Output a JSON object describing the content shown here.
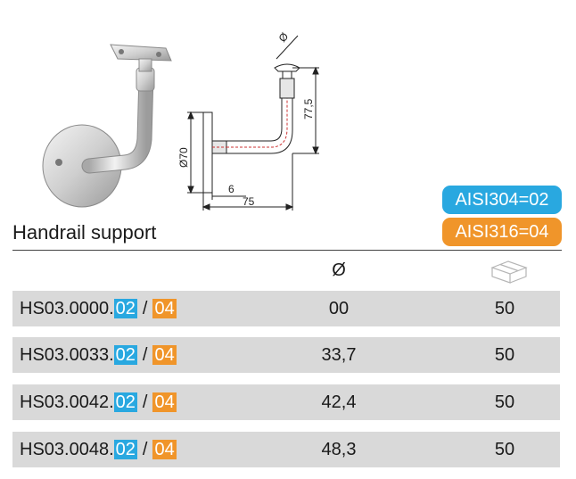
{
  "title": "Handrail support",
  "badges": {
    "aisi304": "AISI304=02",
    "aisi316": "AISI316=04"
  },
  "table": {
    "header_diameter": "Ø",
    "header_pack_icon": "box-icon",
    "rows": [
      {
        "code": "HS03.0000.",
        "blue": "02",
        "sep": "/",
        "orange": "04",
        "diameter": "00",
        "qty": "50"
      },
      {
        "code": "HS03.0033.",
        "blue": "02",
        "sep": "/",
        "orange": "04",
        "diameter": "33,7",
        "qty": "50"
      },
      {
        "code": "HS03.0042.",
        "blue": "02",
        "sep": "/",
        "orange": "04",
        "diameter": "42,4",
        "qty": "50"
      },
      {
        "code": "HS03.0048.",
        "blue": "02",
        "sep": "/",
        "orange": "04",
        "diameter": "48,3",
        "qty": "50"
      }
    ]
  },
  "drawing": {
    "dim_top": "Ø",
    "dim_height": "77,5",
    "dim_diameter": "Ø70",
    "dim_offset": "6",
    "dim_width": "75"
  },
  "colors": {
    "blue": "#29a8e0",
    "orange": "#f0952a",
    "row_bg": "#d9d9d9"
  }
}
